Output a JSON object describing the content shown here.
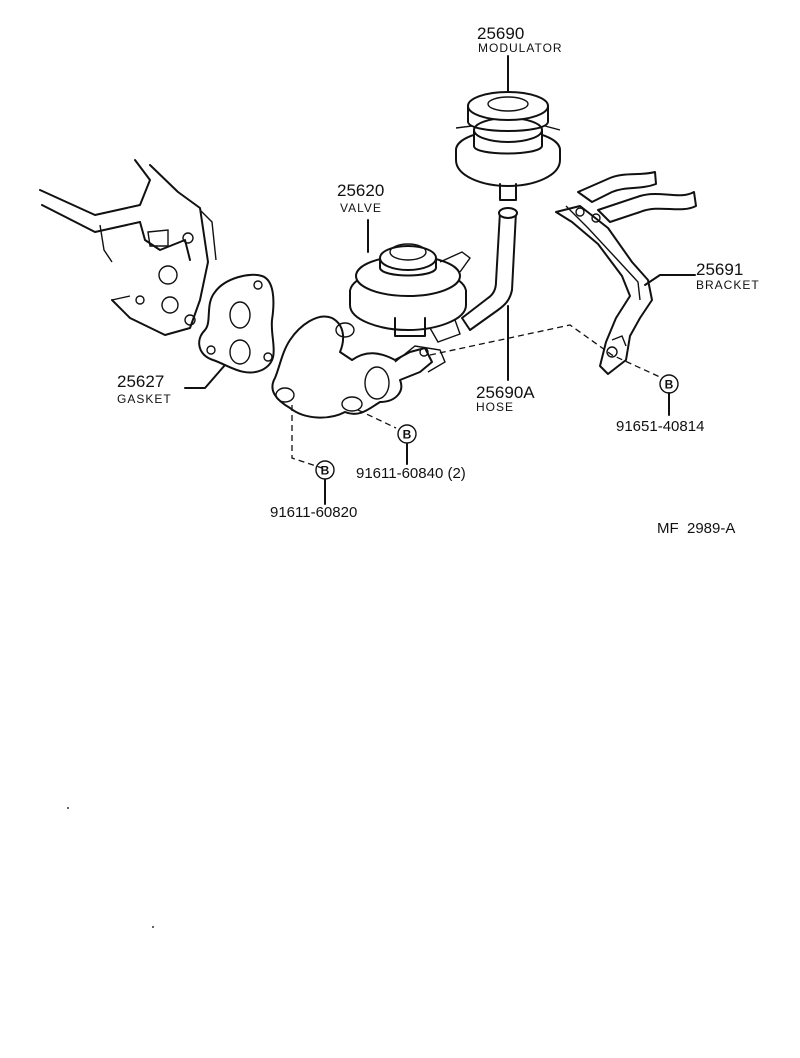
{
  "parts": {
    "modulator": {
      "number": "25690",
      "name": "MODULATOR"
    },
    "valve": {
      "number": "25620",
      "name": "VALVE"
    },
    "bracket": {
      "number": "25691",
      "name": "BRACKET"
    },
    "gasket": {
      "number": "25627",
      "name": "GASKET"
    },
    "hose": {
      "number": "25690A",
      "name": "HOSE"
    }
  },
  "bolts": {
    "marker": "B",
    "bracket_bolt": "91651-40814",
    "valve_bolt": "91611-60840 (2)",
    "flange_bolt": "91611-60820"
  },
  "ref_code": "MF  2989-A"
}
